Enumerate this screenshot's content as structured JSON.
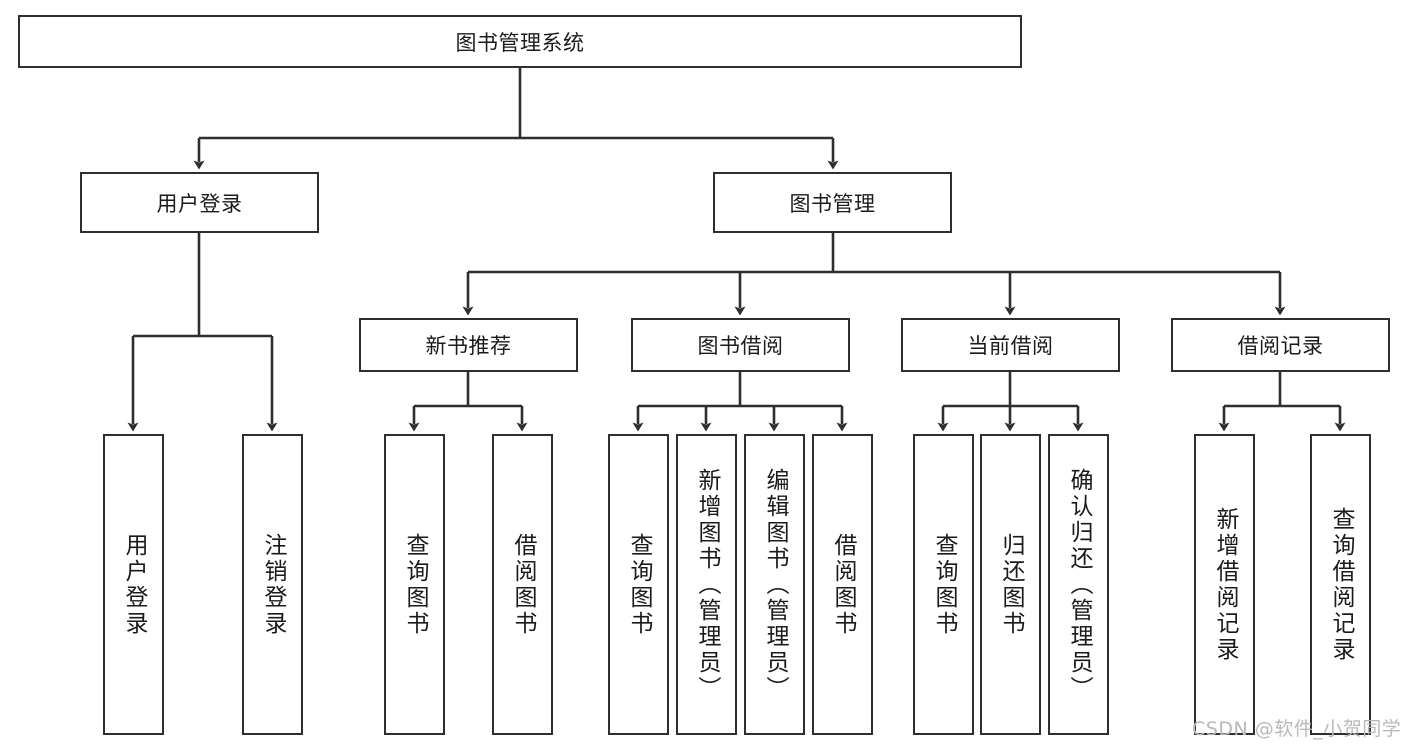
{
  "diagram": {
    "title": "图书管理系统",
    "type": "tree-hierarchy-diagram",
    "colors": {
      "stroke": "#2e2e2e",
      "fill": "#ffffff",
      "text": "#1b1b1b",
      "watermark": "#b9b9b9"
    },
    "nodes": {
      "root": {
        "label": "图书管理系统"
      },
      "level2": [
        {
          "id": "user-login",
          "label": "用户登录"
        },
        {
          "id": "book-management",
          "label": "图书管理"
        }
      ],
      "level3": [
        {
          "id": "new-book-recommend",
          "label": "新书推荐"
        },
        {
          "id": "book-borrow",
          "label": "图书借阅"
        },
        {
          "id": "current-borrow",
          "label": "当前借阅"
        },
        {
          "id": "borrow-record",
          "label": "借阅记录"
        }
      ],
      "leaves": {
        "user_login": [
          {
            "id": "leaf-user-login",
            "label": "用户登录"
          },
          {
            "id": "leaf-logout-login",
            "label": "注销登录"
          }
        ],
        "new_book_recommend": [
          {
            "id": "leaf-query-book-1",
            "label": "查询图书"
          },
          {
            "id": "leaf-borrow-book-1",
            "label": "借阅图书"
          }
        ],
        "book_borrow": [
          {
            "id": "leaf-query-book-2",
            "label": "查询图书"
          },
          {
            "id": "leaf-add-book",
            "label": "新增图书（管理员）"
          },
          {
            "id": "leaf-edit-book",
            "label": "编辑图书（管理员）"
          },
          {
            "id": "leaf-borrow-book-2",
            "label": "借阅图书"
          }
        ],
        "current_borrow": [
          {
            "id": "leaf-query-book-3",
            "label": "查询图书"
          },
          {
            "id": "leaf-return-book",
            "label": "归还图书"
          },
          {
            "id": "leaf-confirm-return",
            "label": "确认归还（管理员）"
          }
        ],
        "borrow_record": [
          {
            "id": "leaf-add-borrow-record",
            "label": "新增借阅记录"
          },
          {
            "id": "leaf-query-borrow-record",
            "label": "查询借阅记录"
          }
        ]
      }
    }
  },
  "watermark": {
    "text": "CSDN @软件_小贺同学"
  }
}
